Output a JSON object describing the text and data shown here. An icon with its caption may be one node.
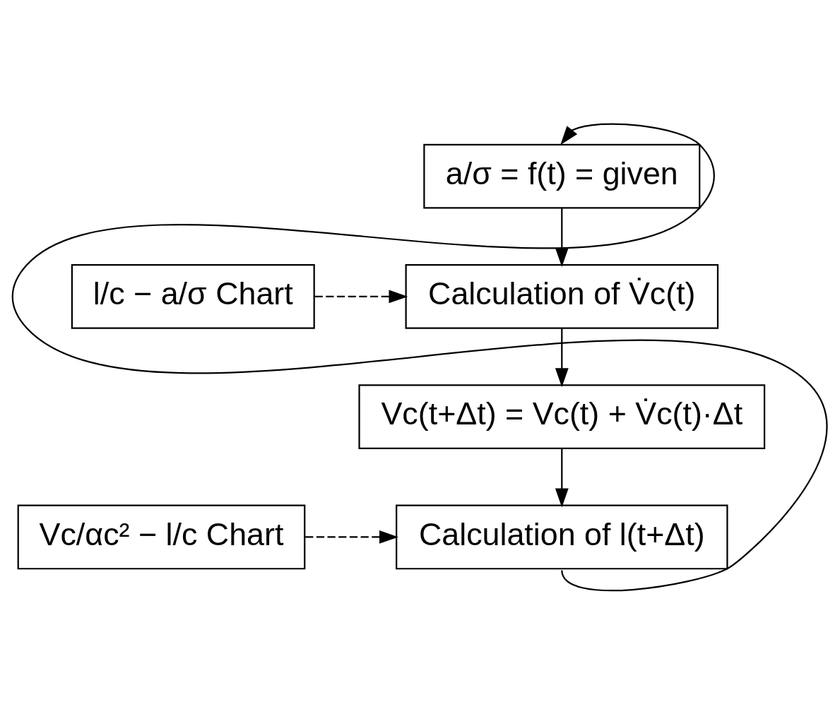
{
  "diagram": {
    "nodes": [
      {
        "text": [
          "a/σ = f(t) = given"
        ]
      },
      {
        "text": [
          "Calculation of V̇c(t)"
        ]
      },
      {
        "text": [
          "l/c − a/σ Chart"
        ]
      },
      {
        "text": [
          "Vc(t+Δt) = Vc(t) + V̇c(t)·Δt"
        ]
      },
      {
        "text": [
          "Calculation of l(t+Δt)"
        ]
      },
      {
        "text": [
          "Vc/αc² − l/c Chart"
        ]
      }
    ],
    "edges": [
      {
        "from": 4,
        "to": 0,
        "arrow": "to"
      },
      {
        "from": 0,
        "to": 1,
        "arrow": "to"
      },
      {
        "from": 2,
        "to": 1,
        "arrow": "to",
        "style": "dashed"
      },
      {
        "from": 1,
        "to": 3,
        "arrow": "to"
      },
      {
        "from": 3,
        "to": 4,
        "arrow": "to"
      },
      {
        "from": 5,
        "to": 4,
        "arrow": "to",
        "style": "dashed"
      }
    ]
  }
}
